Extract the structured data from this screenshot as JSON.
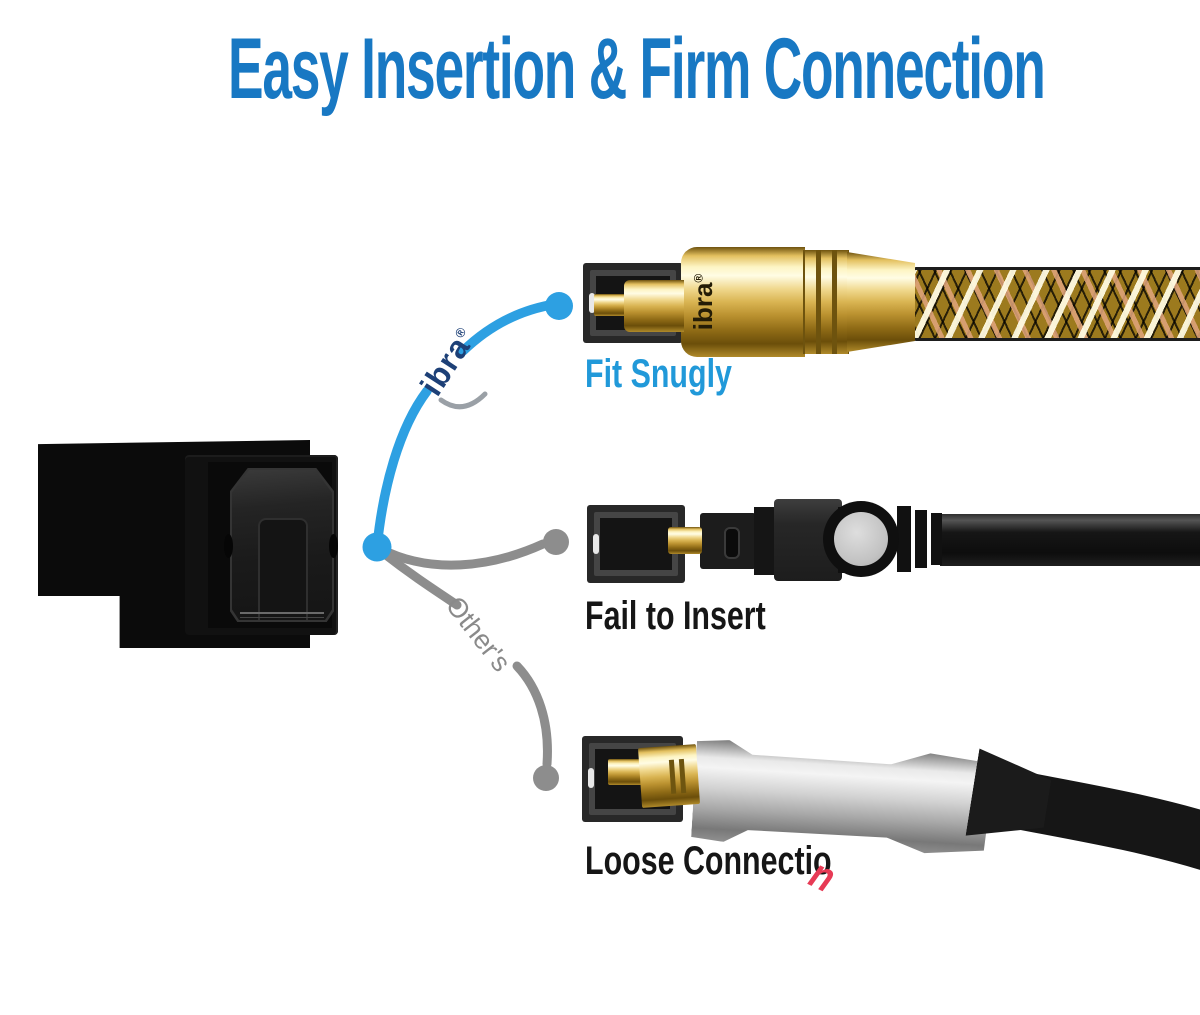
{
  "title": "Easy Insertion & Firm Connection",
  "branches": {
    "ibra_label": "ibra",
    "reg_mark": "®",
    "others_label": "Other's"
  },
  "rows": [
    {
      "caption": "Fit Snugly",
      "connector": "gold-braided-ibra-cable",
      "result": "inserted-fully"
    },
    {
      "caption": "Fail to Insert",
      "connector": "black-swivel-cable",
      "result": "not-inserted"
    },
    {
      "caption": "Loose Connectio",
      "caption_tail": "n",
      "connector": "silver-cable",
      "result": "loose"
    }
  ],
  "colors": {
    "title_blue": "#1878c3",
    "caption_blue": "#2199d9",
    "branch_blue": "#2da0e2",
    "branch_gray": "#8d8d8d",
    "caption_black": "#161616",
    "tail_red": "#e73a55",
    "brand_navy": "#1d4077",
    "gold": "#d9b452",
    "silver": "#c7c7c7"
  }
}
